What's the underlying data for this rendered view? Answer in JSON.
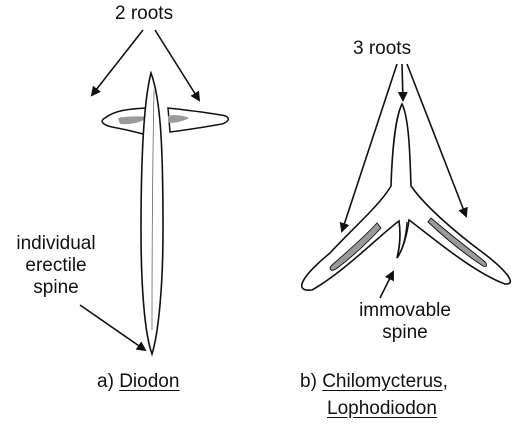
{
  "labels": {
    "two_roots": "2 roots",
    "three_roots": "3 roots",
    "individual_line1": "individual",
    "individual_line2": "erectile",
    "individual_line3": "spine",
    "immovable_line1": "immovable",
    "immovable_line2": "spine"
  },
  "captions": {
    "a_prefix": "a) ",
    "a_name": "Diodon",
    "b_prefix": "b) ",
    "b_name1": "Chilomycterus",
    "b_comma": ",",
    "b_name2": "Lophodiodon"
  },
  "colors": {
    "ink": "#111111",
    "shade": "#9a9a9a",
    "background": "#ffffff"
  }
}
